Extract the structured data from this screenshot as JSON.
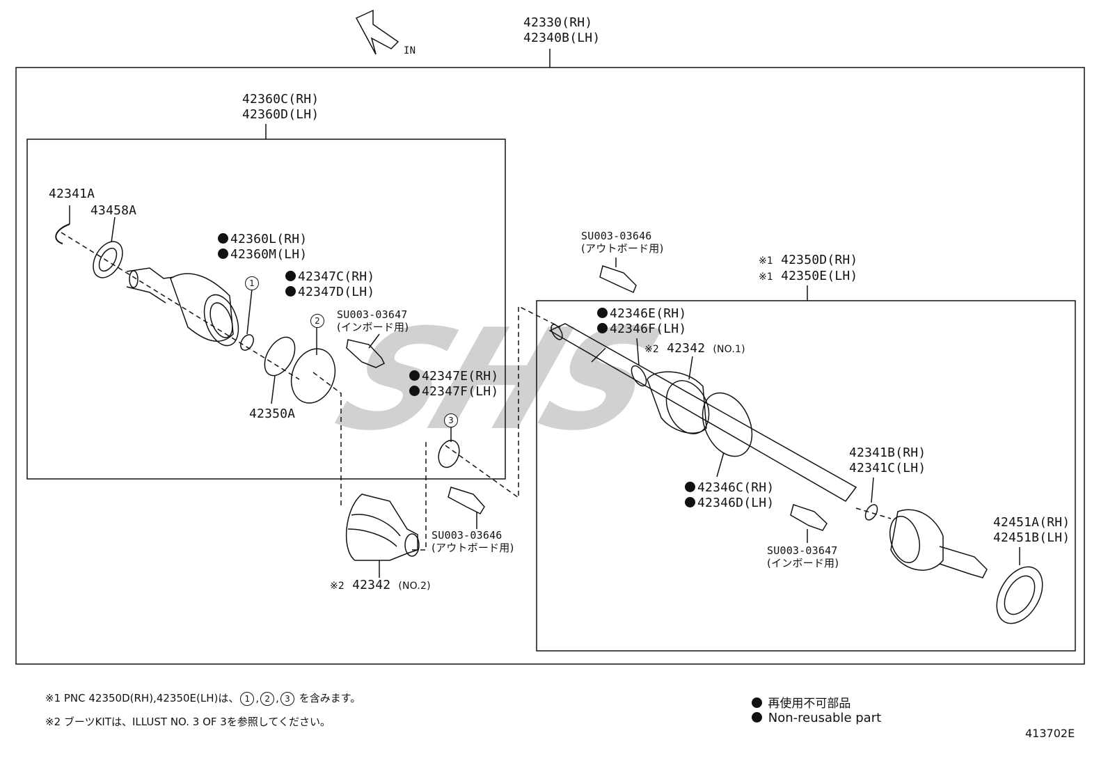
{
  "header": {
    "direction_label": "IN",
    "assembly_rh": "42330(RH)",
    "assembly_lh": "42340B(LH)"
  },
  "inboard_group": {
    "rh": "42360C(RH)",
    "lh": "42360D(LH)"
  },
  "outboard_group": {
    "mark": "※1",
    "rh": "42350D(RH)",
    "lh": "42350E(LH)"
  },
  "parts": {
    "p42341A": "42341A",
    "p43458A": "43458A",
    "p42360L": "42360L(RH)",
    "p42360M": "42360M(LH)",
    "circle1": "1",
    "p42347C": "42347C(RH)",
    "p42347D": "42347D(LH)",
    "circle2": "2",
    "su_inboard_1_code": "SU003-03647",
    "su_inboard_1_note": "(インボード用)",
    "p42347E": "42347E(RH)",
    "p42347F": "42347F(LH)",
    "circle3": "3",
    "p42350A": "42350A",
    "su_outboard_2_code": "SU003-03646",
    "su_outboard_2_note": "(アウトボード用)",
    "boot2_mark": "※2",
    "boot2_no": "42342",
    "boot2_suffix": "(NO.2)",
    "su_outboard_1_code": "SU003-03646",
    "su_outboard_1_note": "(アウトボード用)",
    "p42346E": "42346E(RH)",
    "p42346F": "42346F(LH)",
    "boot1_mark": "※2",
    "boot1_no": "42342",
    "boot1_suffix": "(NO.1)",
    "p42341B": "42341B(RH)",
    "p42341C": "42341C(LH)",
    "p42346C": "42346C(RH)",
    "p42346D": "42346D(LH)",
    "su_inboard_2_code": "SU003-03647",
    "su_inboard_2_note": "(インボード用)",
    "p42451A": "42451A(RH)",
    "p42451B": "42451B(LH)"
  },
  "notes": {
    "note1_a": "※1 PNC 42350D(RH),42350E(LH)は、",
    "note1_c1": "1",
    "note1_sep1": ",",
    "note1_c2": "2",
    "note1_sep2": ",",
    "note1_c3": "3",
    "note1_b": " を含みます。",
    "note2": "※2 ブーツKITは、ILLUST NO. 3 OF 3を参照してください。",
    "legend_jp": "再使用不可部品",
    "legend_en": "Non-reusable part",
    "illustration_id": "413702E"
  },
  "watermark": "SHS"
}
